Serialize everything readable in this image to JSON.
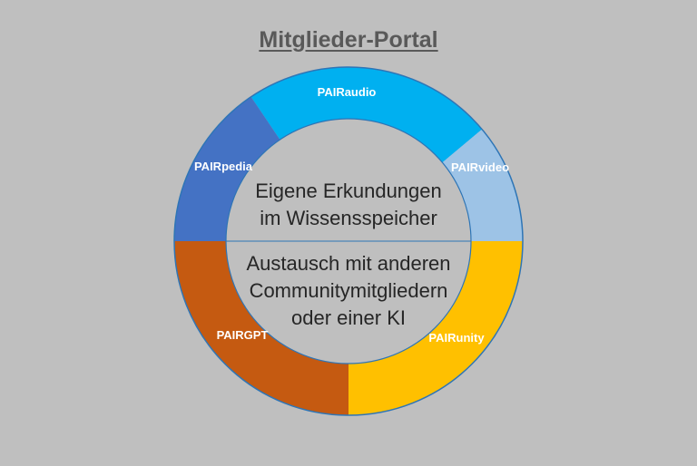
{
  "title": "Mitglieder-Portal",
  "segments": [
    {
      "key": "pairaudio",
      "label": "PAIRaudio",
      "color": "#00b0f0"
    },
    {
      "key": "pairvideo",
      "label": "PAIRvideo",
      "color": "#9dc3e6"
    },
    {
      "key": "pairunity",
      "label": "PAIRunity",
      "color": "#ffc000"
    },
    {
      "key": "pairgpt",
      "label": "PAIRGPT",
      "color": "#c55a11"
    },
    {
      "key": "pairpedia",
      "label": "PAIRpedia",
      "color": "#4472c4"
    }
  ],
  "center": {
    "top_lines": [
      "Eigene Erkundungen",
      "im Wissensspeicher"
    ],
    "bottom_lines": [
      "Austausch mit anderen",
      "Communitymitgliedern",
      "oder einer KI"
    ],
    "fill_color": "#bfbfbf",
    "divider_color": "#2e75b6"
  },
  "ring_border_color": "#2e75b6"
}
